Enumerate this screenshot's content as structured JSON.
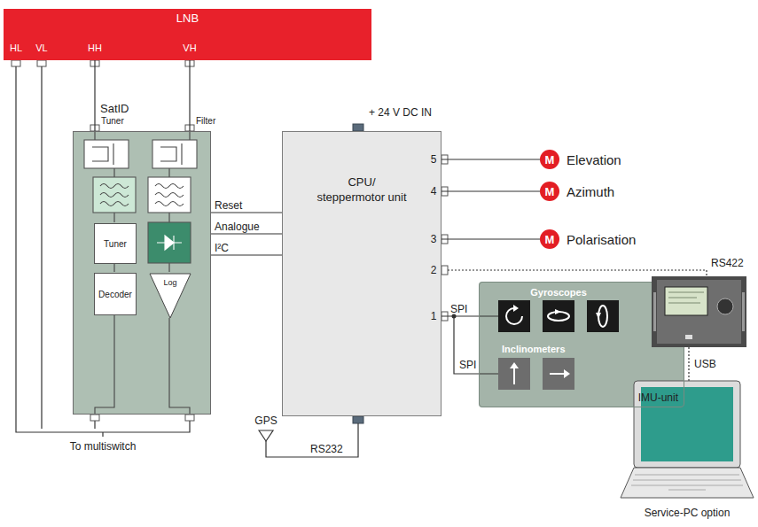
{
  "diagram": {
    "nodes": [
      {
        "text": [
          "LNB"
        ]
      },
      {
        "text": [
          "SatID"
        ]
      },
      {
        "text": [
          "Tuner"
        ],
        "in": 1
      },
      {
        "text": [
          "Decoder"
        ],
        "in": 1
      },
      {
        "text": [
          "Log"
        ],
        "in": 1
      },
      {
        "text": [
          "CPU/ steppermotor unit"
        ]
      },
      {
        "text": [
          "M",
          "Elevation"
        ]
      },
      {
        "text": [
          "M",
          "Azimuth"
        ]
      },
      {
        "text": [
          "M",
          "Polarisation"
        ]
      },
      {
        "text": [
          "IMU-unit"
        ]
      }
    ],
    "edges": [
      {
        "from": 0,
        "to": 1,
        "arrow": "none"
      },
      {
        "from": 0,
        "to": 1,
        "arrow": "none"
      },
      {
        "from": 1,
        "to": 5,
        "label": "Reset",
        "arrow": "none"
      },
      {
        "from": 1,
        "to": 5,
        "label": "Analogue",
        "arrow": "none"
      },
      {
        "from": 1,
        "to": 5,
        "label": "I²C",
        "arrow": "none"
      },
      {
        "from": 5,
        "to": 6,
        "arrow": "none"
      },
      {
        "from": 5,
        "to": 7,
        "arrow": "none"
      },
      {
        "from": 5,
        "to": 8,
        "arrow": "none"
      },
      {
        "from": 5,
        "to": 9,
        "label": "SPI",
        "arrow": "none"
      }
    ],
    "labels": [
      "HL",
      "VL",
      "HH",
      "VH",
      "Tuner",
      "Filter",
      "+ 24 V DC IN",
      "5",
      "4",
      "3",
      "2",
      "1",
      "GPS",
      "RS232",
      "Gyroscopes",
      "Inclinometers",
      "SPI",
      "RS422",
      "USB",
      "Service-PC option",
      "To multiswitch"
    ]
  }
}
